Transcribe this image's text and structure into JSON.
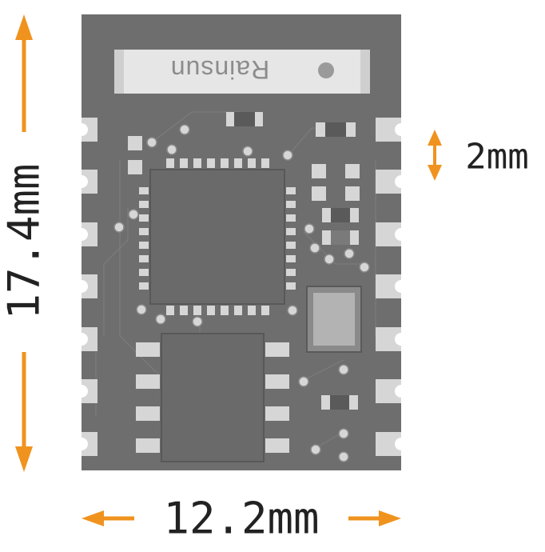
{
  "colors": {
    "arrow": "#F0931E",
    "board": "#6E6E6E",
    "pad": "#D6D6D6",
    "chip": "#5B5B5B",
    "text": "#222222"
  },
  "module": {
    "antenna_text": "Rainsun"
  },
  "dimensions": {
    "height_label": "17.4mm",
    "width_label": "12.2mm",
    "pitch_label": "2mm"
  }
}
